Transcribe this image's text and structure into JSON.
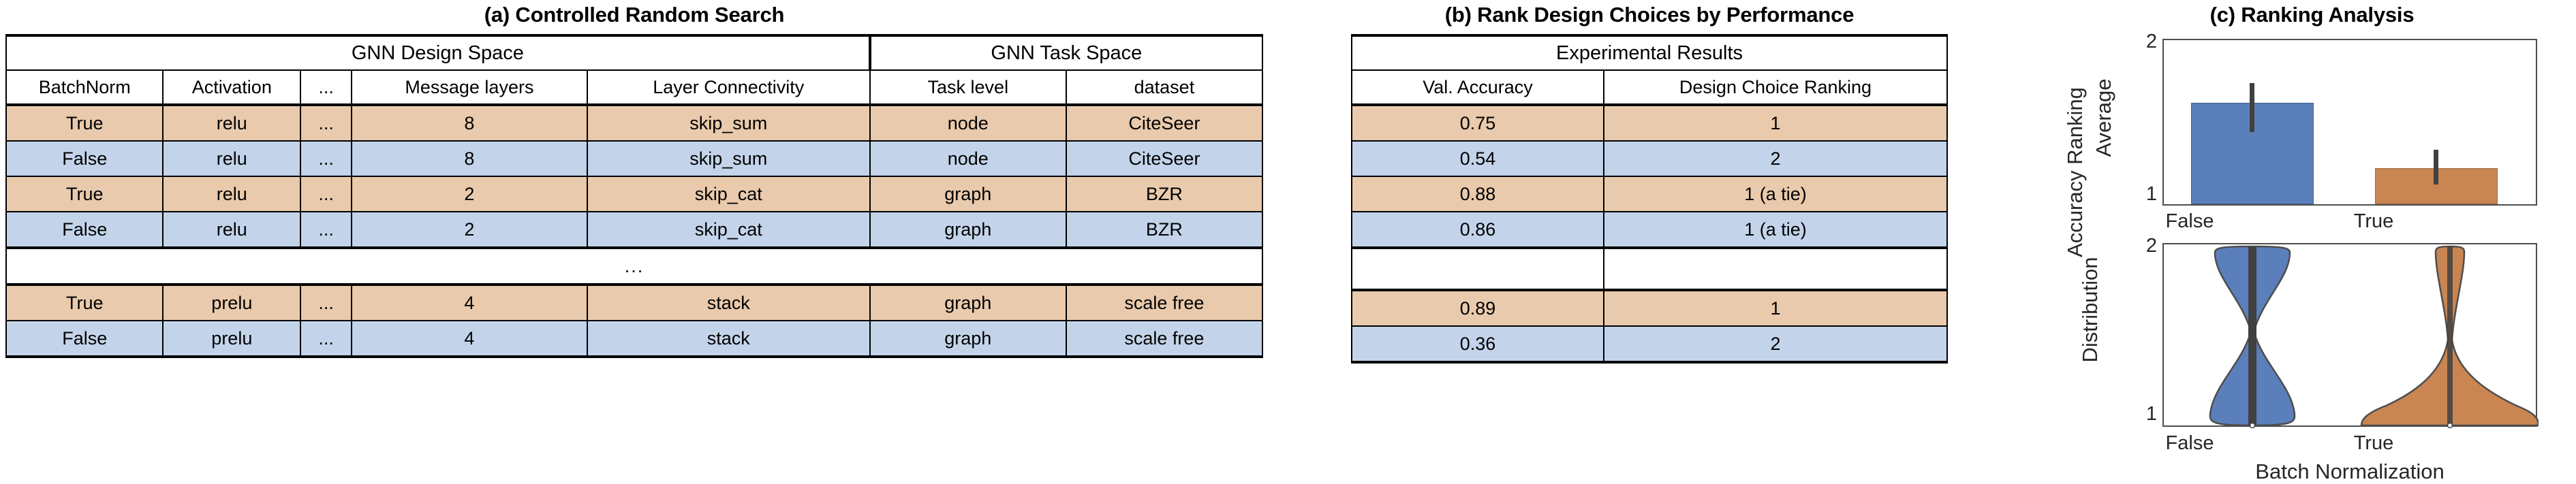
{
  "panel_a": {
    "title": "(a) Controlled Random Search",
    "group_headers": [
      {
        "label": "GNN Design Space",
        "span": 5
      },
      {
        "label": "GNN Task Space",
        "span": 2
      }
    ],
    "columns": [
      "BatchNorm",
      "Activation",
      "...",
      "Message layers",
      "Layer Connectivity",
      "Task level",
      "dataset"
    ],
    "rows": [
      {
        "style": "orange",
        "cells": [
          "True",
          "relu",
          "...",
          "8",
          "skip_sum",
          "node",
          "CiteSeer"
        ]
      },
      {
        "style": "blue",
        "cells": [
          "False",
          "relu",
          "...",
          "8",
          "skip_sum",
          "node",
          "CiteSeer"
        ]
      },
      {
        "style": "orange",
        "cells": [
          "True",
          "relu",
          "...",
          "2",
          "skip_cat",
          "graph",
          "BZR"
        ]
      },
      {
        "style": "blue",
        "cells": [
          "False",
          "relu",
          "...",
          "2",
          "skip_cat",
          "graph",
          "BZR"
        ]
      },
      {
        "style": "ellipsis",
        "cells": [
          "..."
        ]
      },
      {
        "style": "orange",
        "cells": [
          "True",
          "prelu",
          "...",
          "4",
          "stack",
          "graph",
          "scale free"
        ]
      },
      {
        "style": "blue",
        "cells": [
          "False",
          "prelu",
          "...",
          "4",
          "stack",
          "graph",
          "scale free"
        ]
      }
    ]
  },
  "panel_b": {
    "title": "(b) Rank Design Choices by Performance",
    "group_headers": [
      {
        "label": "Experimental Results",
        "span": 2
      }
    ],
    "columns": [
      "Val. Accuracy",
      "Design Choice Ranking"
    ],
    "rows": [
      {
        "style": "orange",
        "cells": [
          "0.75",
          "1"
        ]
      },
      {
        "style": "blue",
        "cells": [
          "0.54",
          "2"
        ]
      },
      {
        "style": "orange",
        "cells": [
          "0.88",
          "1 (a tie)"
        ]
      },
      {
        "style": "blue",
        "cells": [
          "0.86",
          "1 (a tie)"
        ]
      },
      {
        "style": "ellipsis",
        "cells": [
          "",
          ""
        ]
      },
      {
        "style": "orange",
        "cells": [
          "0.89",
          "1"
        ]
      },
      {
        "style": "blue",
        "cells": [
          "0.36",
          "2"
        ]
      }
    ]
  },
  "panel_c": {
    "title": "(c) Ranking Analysis",
    "outer_ylabel": "Accuracy Ranking",
    "colors": {
      "blue": "#5b7fba",
      "orange": "#c98552",
      "axis": "#4d4d4d",
      "error": "#404040",
      "table_orange": "#e9caac",
      "table_blue": "#c3d4ea"
    }
  },
  "chart_data": [
    {
      "type": "bar",
      "title": "",
      "ylabel": "Average",
      "xlabel": "",
      "categories": [
        "False",
        "True"
      ],
      "values": [
        1.62,
        1.22
      ],
      "errors_low": [
        1.44,
        1.12
      ],
      "errors_high": [
        1.74,
        1.33
      ],
      "colors": [
        "#5b7fba",
        "#c98552"
      ],
      "ylim": [
        1,
        2
      ],
      "yticks": [
        1,
        2
      ],
      "ytick_labels": [
        "1",
        "2"
      ],
      "grid": false,
      "legend": "none"
    },
    {
      "type": "violin",
      "title": "",
      "ylabel": "Distribution",
      "xlabel": "Batch Normalization",
      "categories": [
        "False",
        "True"
      ],
      "colors": [
        "#5b7fba",
        "#c98552"
      ],
      "ylim": [
        1,
        2
      ],
      "yticks": [
        1,
        2
      ],
      "ytick_labels": [
        "1",
        "2"
      ],
      "series": [
        {
          "name": "False",
          "median": 1.5,
          "density_shape": "bimodal-symmetric",
          "peaks": [
            1.0,
            2.0
          ]
        },
        {
          "name": "True",
          "median": 1.0,
          "density_shape": "skewed-low",
          "peaks": [
            1.0
          ]
        }
      ],
      "grid": false,
      "legend": "none"
    }
  ]
}
